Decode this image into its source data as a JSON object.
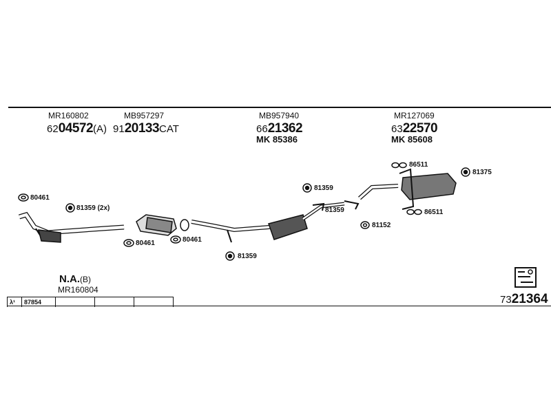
{
  "header_parts": [
    {
      "oem": "MR160802",
      "prefix": "62",
      "number": "04572",
      "suffix": "(A)"
    },
    {
      "oem": "MB957297",
      "prefix": "91",
      "number": "20133",
      "suffix": "CAT"
    },
    {
      "oem": "MB957940",
      "prefix": "66",
      "number": "21362",
      "suffix": "",
      "mk": "MK  85386"
    },
    {
      "oem": "MR127069",
      "prefix": "63",
      "number": "22570",
      "suffix": "",
      "mk": "MK  85608"
    }
  ],
  "labels": {
    "gasket_a": "80461",
    "bolt_a": "81359 (2x)",
    "gasket_b": "80461",
    "gasket_c": "80461",
    "bolt_b": "81359",
    "bolt_c": "81359",
    "mount_a": "81359",
    "ring_a": "81152",
    "hanger_a": "86511",
    "hanger_b": "86511",
    "bolt_d": "81375"
  },
  "na": {
    "text": "N.A.",
    "suffix": "(B)",
    "oem": "MR160804"
  },
  "codebox": {
    "lambda": "λ¹",
    "code": "87854"
  },
  "reference": {
    "prefix": "73",
    "number": "21364"
  }
}
